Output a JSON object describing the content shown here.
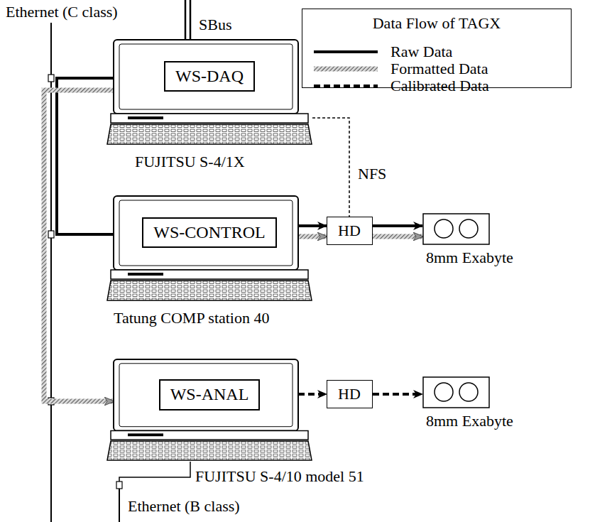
{
  "diagram": {
    "nodes": [
      {
        "text": [
          "WS-DAQ",
          "FUJITSU S-4/1X"
        ]
      },
      {
        "text": [
          "WS-CONTROL",
          "Tatung COMP station 40"
        ]
      },
      {
        "text": [
          "HD"
        ]
      },
      {
        "text": [
          "8mm Exabyte"
        ]
      },
      {
        "text": [
          "WS-ANAL",
          "FUJITSU S-4/10 model 51"
        ]
      },
      {
        "text": [
          "HD"
        ]
      },
      {
        "text": [
          "8mm Exabyte"
        ]
      }
    ],
    "edges": [
      {
        "from": 0,
        "to": 1,
        "arrow": "none"
      },
      {
        "from": 0,
        "to": 2,
        "label": "NFS",
        "arrow": "none"
      },
      {
        "from": 1,
        "to": 2,
        "arrow": "to"
      },
      {
        "from": 2,
        "to": 3,
        "arrow": "to"
      },
      {
        "from": 0,
        "to": 4,
        "arrow": "to"
      },
      {
        "from": 4,
        "to": 5,
        "arrow": "to"
      },
      {
        "from": 5,
        "to": 6,
        "arrow": "to"
      }
    ],
    "labels": [
      "Ethernet (C class)",
      "SBus",
      "Ethernet (B class)",
      "Data Flow of TAGX"
    ],
    "legend": [
      {
        "text": "Raw Data"
      },
      {
        "text": "Formatted Data"
      },
      {
        "text": "Calibrated Data"
      }
    ]
  }
}
